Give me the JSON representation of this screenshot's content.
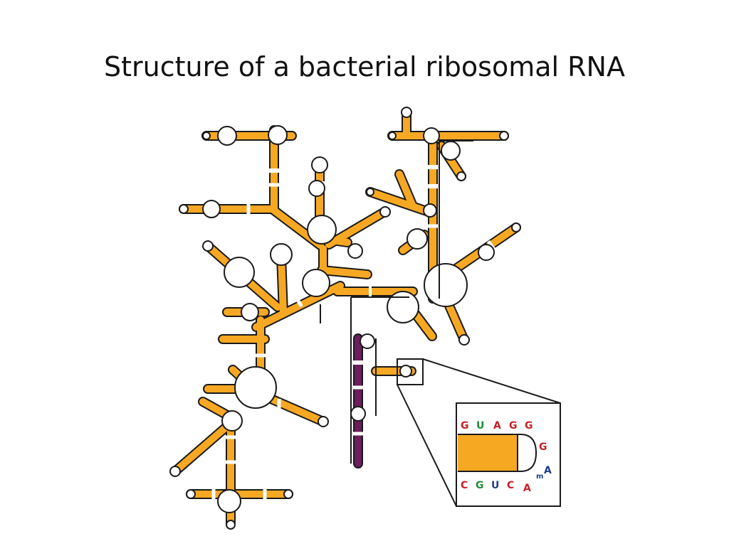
{
  "slide": {
    "title": "Structure of a bacterial ribosomal RNA"
  },
  "colors": {
    "paired_region": "#f7a823",
    "highlighted_helix": "#6b1d5e",
    "outline": "#1a1a1a",
    "base_G": "#c42026",
    "base_U": "#1e8c3a",
    "base_C": "#c42026",
    "base_A_top": "#c42026",
    "base_A_modified": "#1f3c8c"
  },
  "inset": {
    "top_strand": [
      "G",
      "U",
      "A",
      "G",
      "G"
    ],
    "loop_base": "G",
    "modified_base": "A",
    "modification_mark": "m",
    "bottom_strand": [
      "C",
      "G",
      "U",
      "C"
    ],
    "bottom_end": "A"
  }
}
